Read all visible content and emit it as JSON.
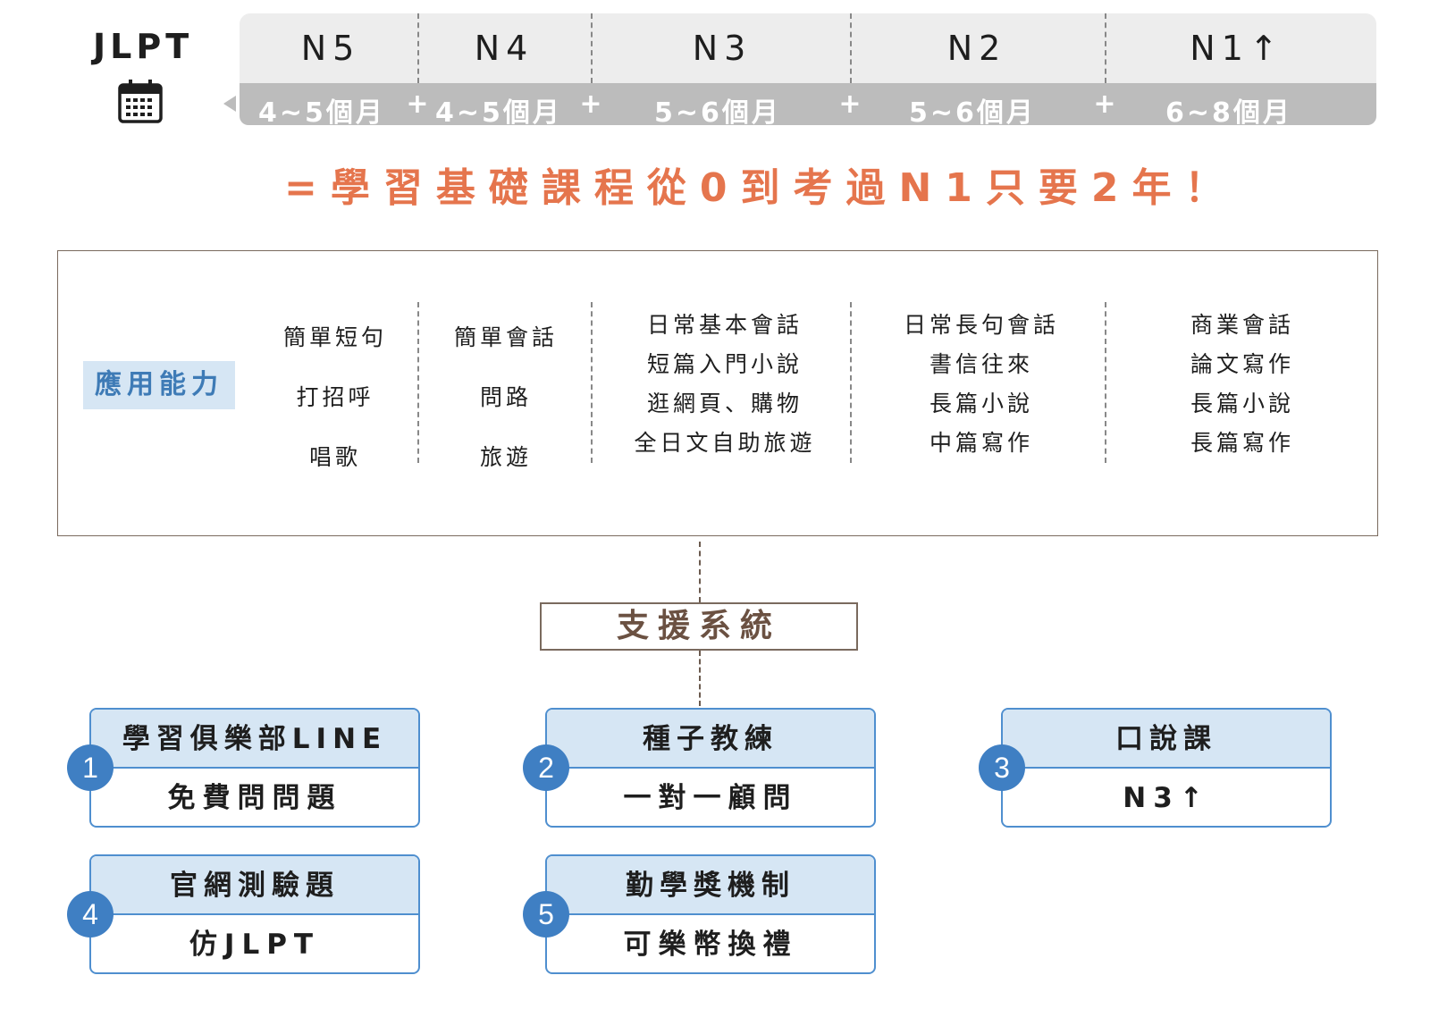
{
  "header": {
    "exam": "JLPT",
    "calendar_icon": "calendar-icon",
    "levels": [
      "N5",
      "N4",
      "N3",
      "N2",
      "N1↑"
    ],
    "durations": [
      "4~5個月",
      "4~5個月",
      "5~6個月",
      "5~6個月",
      "6~8個月"
    ],
    "plus": "+"
  },
  "headline": "=學習基礎課程從0到考過N1只要2年！",
  "ability": {
    "label": "應用能力",
    "columns": [
      [
        "簡單短句",
        "打招呼",
        "唱歌"
      ],
      [
        "簡單會話",
        "問路",
        "旅遊"
      ],
      [
        "日常基本會話",
        "短篇入門小說",
        "逛網頁、購物",
        "全日文自助旅遊"
      ],
      [
        "日常長句會話",
        "書信往來",
        "長篇小說",
        "中篇寫作"
      ],
      [
        "商業會話",
        "論文寫作",
        "長篇小說",
        "長篇寫作"
      ]
    ]
  },
  "support": {
    "title": "支援系統",
    "items": [
      {
        "number": "1",
        "title": "學習俱樂部LINE",
        "desc": "免費問問題"
      },
      {
        "number": "2",
        "title": "種子教練",
        "desc": "一對一顧問"
      },
      {
        "number": "3",
        "title": "口說課",
        "desc": "N3↑"
      },
      {
        "number": "4",
        "title": "官網測驗題",
        "desc": "仿JLPT"
      },
      {
        "number": "5",
        "title": "勤學獎機制",
        "desc": "可樂幣換禮"
      }
    ]
  },
  "colors": {
    "accent": "#e5754d",
    "blue": "#3f7fc3",
    "light_blue": "#d6e6f4",
    "brown": "#6b5142",
    "grey_bar": "#bcbcbc"
  }
}
